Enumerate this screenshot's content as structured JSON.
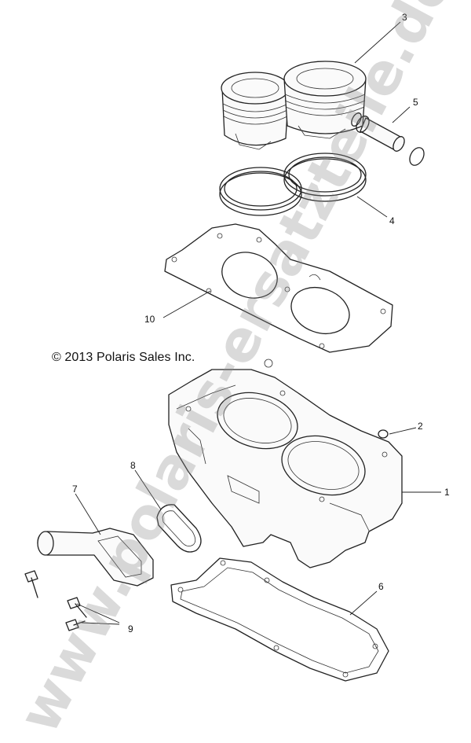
{
  "copyright": "© 2013 Polaris Sales Inc.",
  "watermark": "www.polaris-ersatzteile.de",
  "callouts": {
    "c1": "1",
    "c2": "2",
    "c3": "3",
    "c4": "4",
    "c5": "5",
    "c6": "6",
    "c7": "7",
    "c8": "8",
    "c9": "9",
    "c10": "10"
  },
  "colors": {
    "line": "#222222",
    "background": "#ffffff",
    "watermark": "#8c8c8c"
  }
}
